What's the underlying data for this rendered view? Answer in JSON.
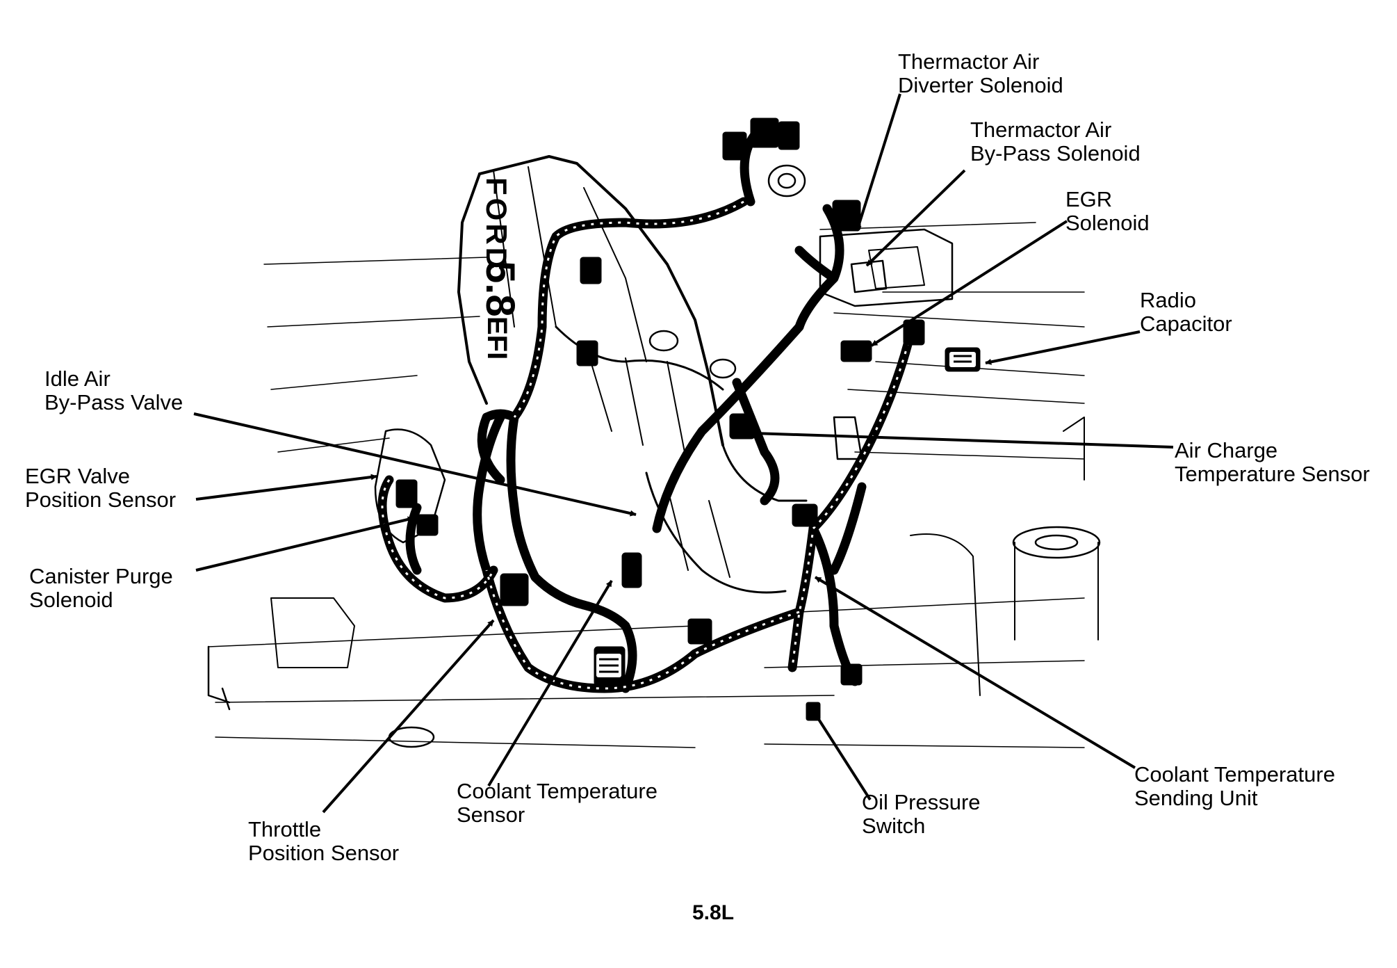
{
  "caption": "5.8L",
  "engine_badge": {
    "brand": "FORD",
    "size": "5.8",
    "type": "EFI"
  },
  "callouts": {
    "thermactor_diverter": [
      "Thermactor Air",
      "Diverter Solenoid"
    ],
    "thermactor_bypass": [
      "Thermactor Air",
      "By-Pass Solenoid"
    ],
    "egr_solenoid": [
      "EGR",
      "Solenoid"
    ],
    "radio_capacitor": [
      "Radio",
      "Capacitor"
    ],
    "idle_air_bypass": [
      "Idle Air",
      "By-Pass Valve"
    ],
    "egr_valve_position": [
      "EGR Valve",
      "Position Sensor"
    ],
    "canister_purge": [
      "Canister Purge",
      "Solenoid"
    ],
    "air_charge_temp": [
      "Air Charge",
      "Temperature Sensor"
    ],
    "coolant_temp_sensor": [
      "Coolant Temperature",
      "Sensor"
    ],
    "throttle_position": [
      "Throttle",
      "Position Sensor"
    ],
    "oil_pressure": [
      "Oil Pressure",
      "Switch"
    ],
    "coolant_sending_unit": [
      "Coolant Temperature",
      "Sending Unit"
    ]
  }
}
